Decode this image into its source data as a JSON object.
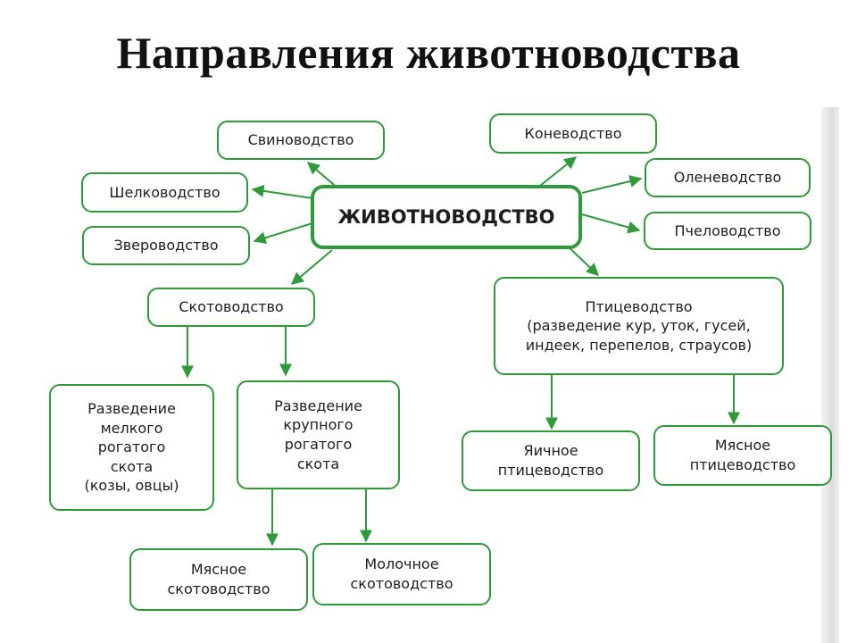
{
  "title": "Направления животноводства",
  "colors": {
    "box_border": "#2e9a3a",
    "arrow": "#2e9a3a",
    "text": "#1d1d1d"
  },
  "nodes": {
    "central": "ЖИВОТНОВОДСТВО",
    "pig": "Свиноводство",
    "silk": "Шелководство",
    "fur": "Звероводство",
    "cattle": "Скотоводство",
    "horse": "Коневодство",
    "deer": "Оленеводство",
    "bee": "Пчеловодство",
    "poultry": "Птицеводство\n(разведение кур, уток, гусей,\nиндеек, перепелов, страусов)",
    "small_cattle": "Разведение\nмелкого\nрогатого\nскота\n(козы, овцы)",
    "large_cattle": "Разведение\nкрупного\nрогатого\nскота",
    "egg_poultry": "Яичное\nптицеводство",
    "meat_poultry": "Мясное\nптицеводство",
    "meat_cattle": "Мясное\nскотоводство",
    "dairy_cattle": "Молочное\nскотоводство"
  }
}
